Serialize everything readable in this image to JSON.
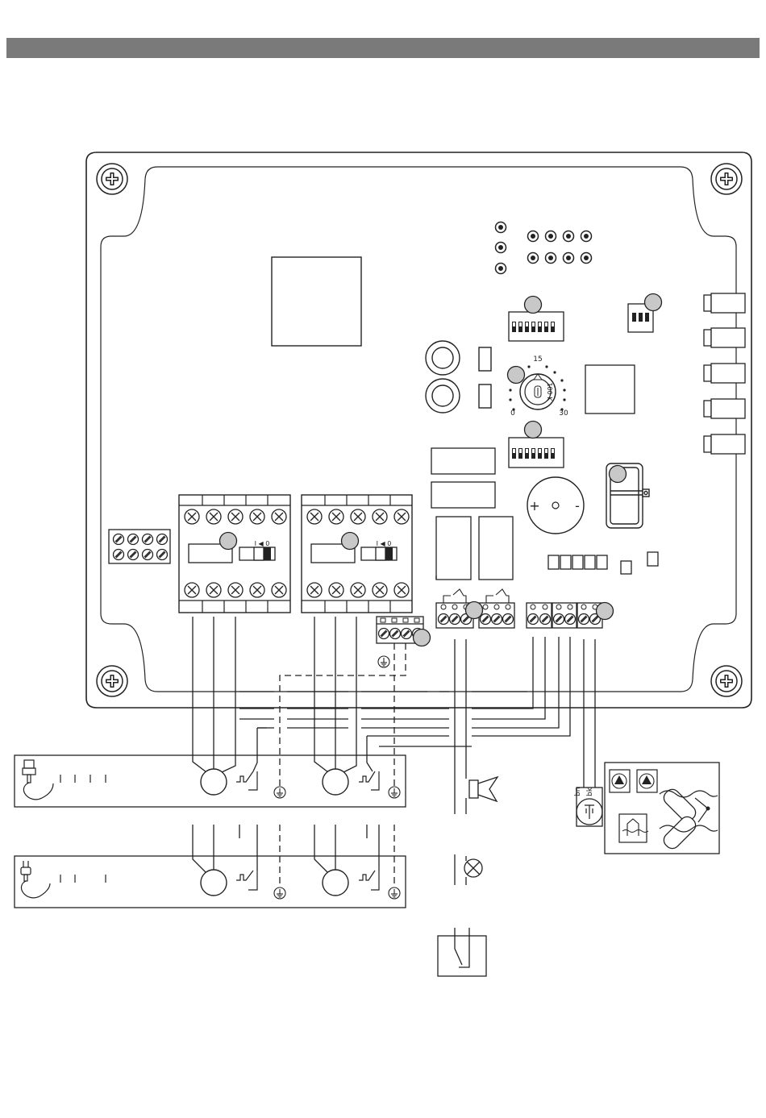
{
  "header_bar": {
    "color": "#7a7a7a"
  },
  "potentiometer": {
    "min_label": "0",
    "mid_label": "15",
    "max_label": "30",
    "value_label": "100 K"
  },
  "switch_labels": {
    "on_off": "I ◀ 0"
  },
  "buzzer": {
    "plus": "+",
    "minus": "-"
  },
  "sensor_wires": {
    "wire1": "bn",
    "wire2": "bk"
  },
  "colors": {
    "line": "#222222",
    "callout_fill": "#c8c8c8",
    "header": "#7a7a7a"
  }
}
